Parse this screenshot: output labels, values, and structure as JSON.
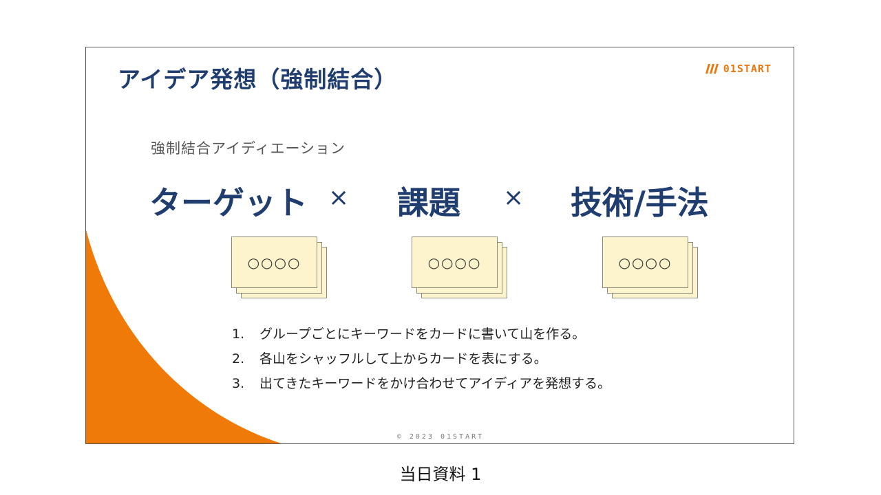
{
  "slide": {
    "title": "アイデア発想（強制結合）",
    "logo_text": "01START",
    "subheading": "強制結合アイディエーション",
    "terms": {
      "target": "ターゲット",
      "problem": "課題",
      "technique": "技術/手法"
    },
    "times_symbol": "×",
    "card_label": "○○○○",
    "steps": [
      {
        "number": "1.",
        "text": "グループごとにキーワードをカードに書いて山を作る。"
      },
      {
        "number": "2.",
        "text": "各山をシャッフルして上からカードを表にする。"
      },
      {
        "number": "3.",
        "text": "出てきたキーワードをかけ合わせてアイディアを発想する。"
      }
    ],
    "copyright": "© 2023 01START"
  },
  "caption": "当日資料 1",
  "colors": {
    "accent_orange": "#f07a08",
    "title_navy": "#1f3d6e",
    "card_fill": "#fdf4cd"
  },
  "icons": {
    "logo_mark": "triple-slash-logo-icon"
  }
}
